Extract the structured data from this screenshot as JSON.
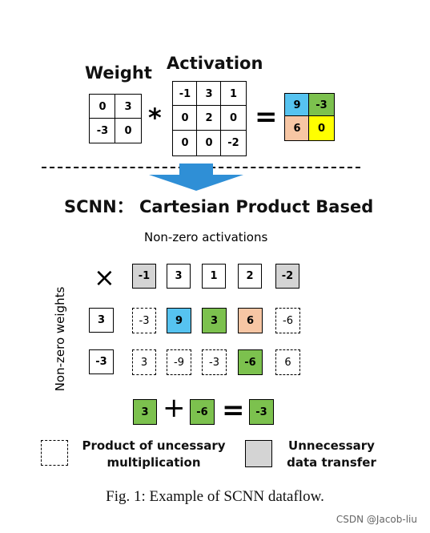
{
  "top": {
    "weight_label": "Weight",
    "activation_label": "Activation",
    "weight": [
      "0",
      "3",
      "-3",
      "0"
    ],
    "activation": [
      "-1",
      "3",
      "1",
      "0",
      "2",
      "0",
      "0",
      "0",
      "-2"
    ],
    "result": [
      "9",
      "-3",
      "6",
      "0"
    ],
    "multiply_symbol": "*",
    "equals_symbol": "="
  },
  "scnn": {
    "title": "SCNN： Cartesian Product Based",
    "nonzero_activations_label": "Non-zero activations",
    "nonzero_weights_label": "Non-zero weights",
    "cross_symbol": "×",
    "activations": [
      "-1",
      "3",
      "1",
      "2",
      "-2"
    ],
    "weights": [
      "3",
      "-3"
    ],
    "products": [
      [
        "-3",
        "9",
        "3",
        "6",
        "-6"
      ],
      [
        "3",
        "-9",
        "-3",
        "-6",
        "6"
      ]
    ],
    "sum": {
      "a": "3",
      "plus": "+",
      "b": "-6",
      "equals": "=",
      "result": "-3"
    }
  },
  "legend": {
    "unnecessary_product": "Product of uncessary multiplication",
    "unnecessary_transfer": "Unnecessary data transfer"
  },
  "caption": "Fig. 1: Example of SCNN dataflow.",
  "watermark": "CSDN @Jacob-liu",
  "colors": {
    "blue": "#56c3f0",
    "green": "#7cc14e",
    "peach": "#f7c6a4",
    "yellow": "#ffff00",
    "gray": "#d4d4d4",
    "arrow": "#2f8fd6"
  }
}
